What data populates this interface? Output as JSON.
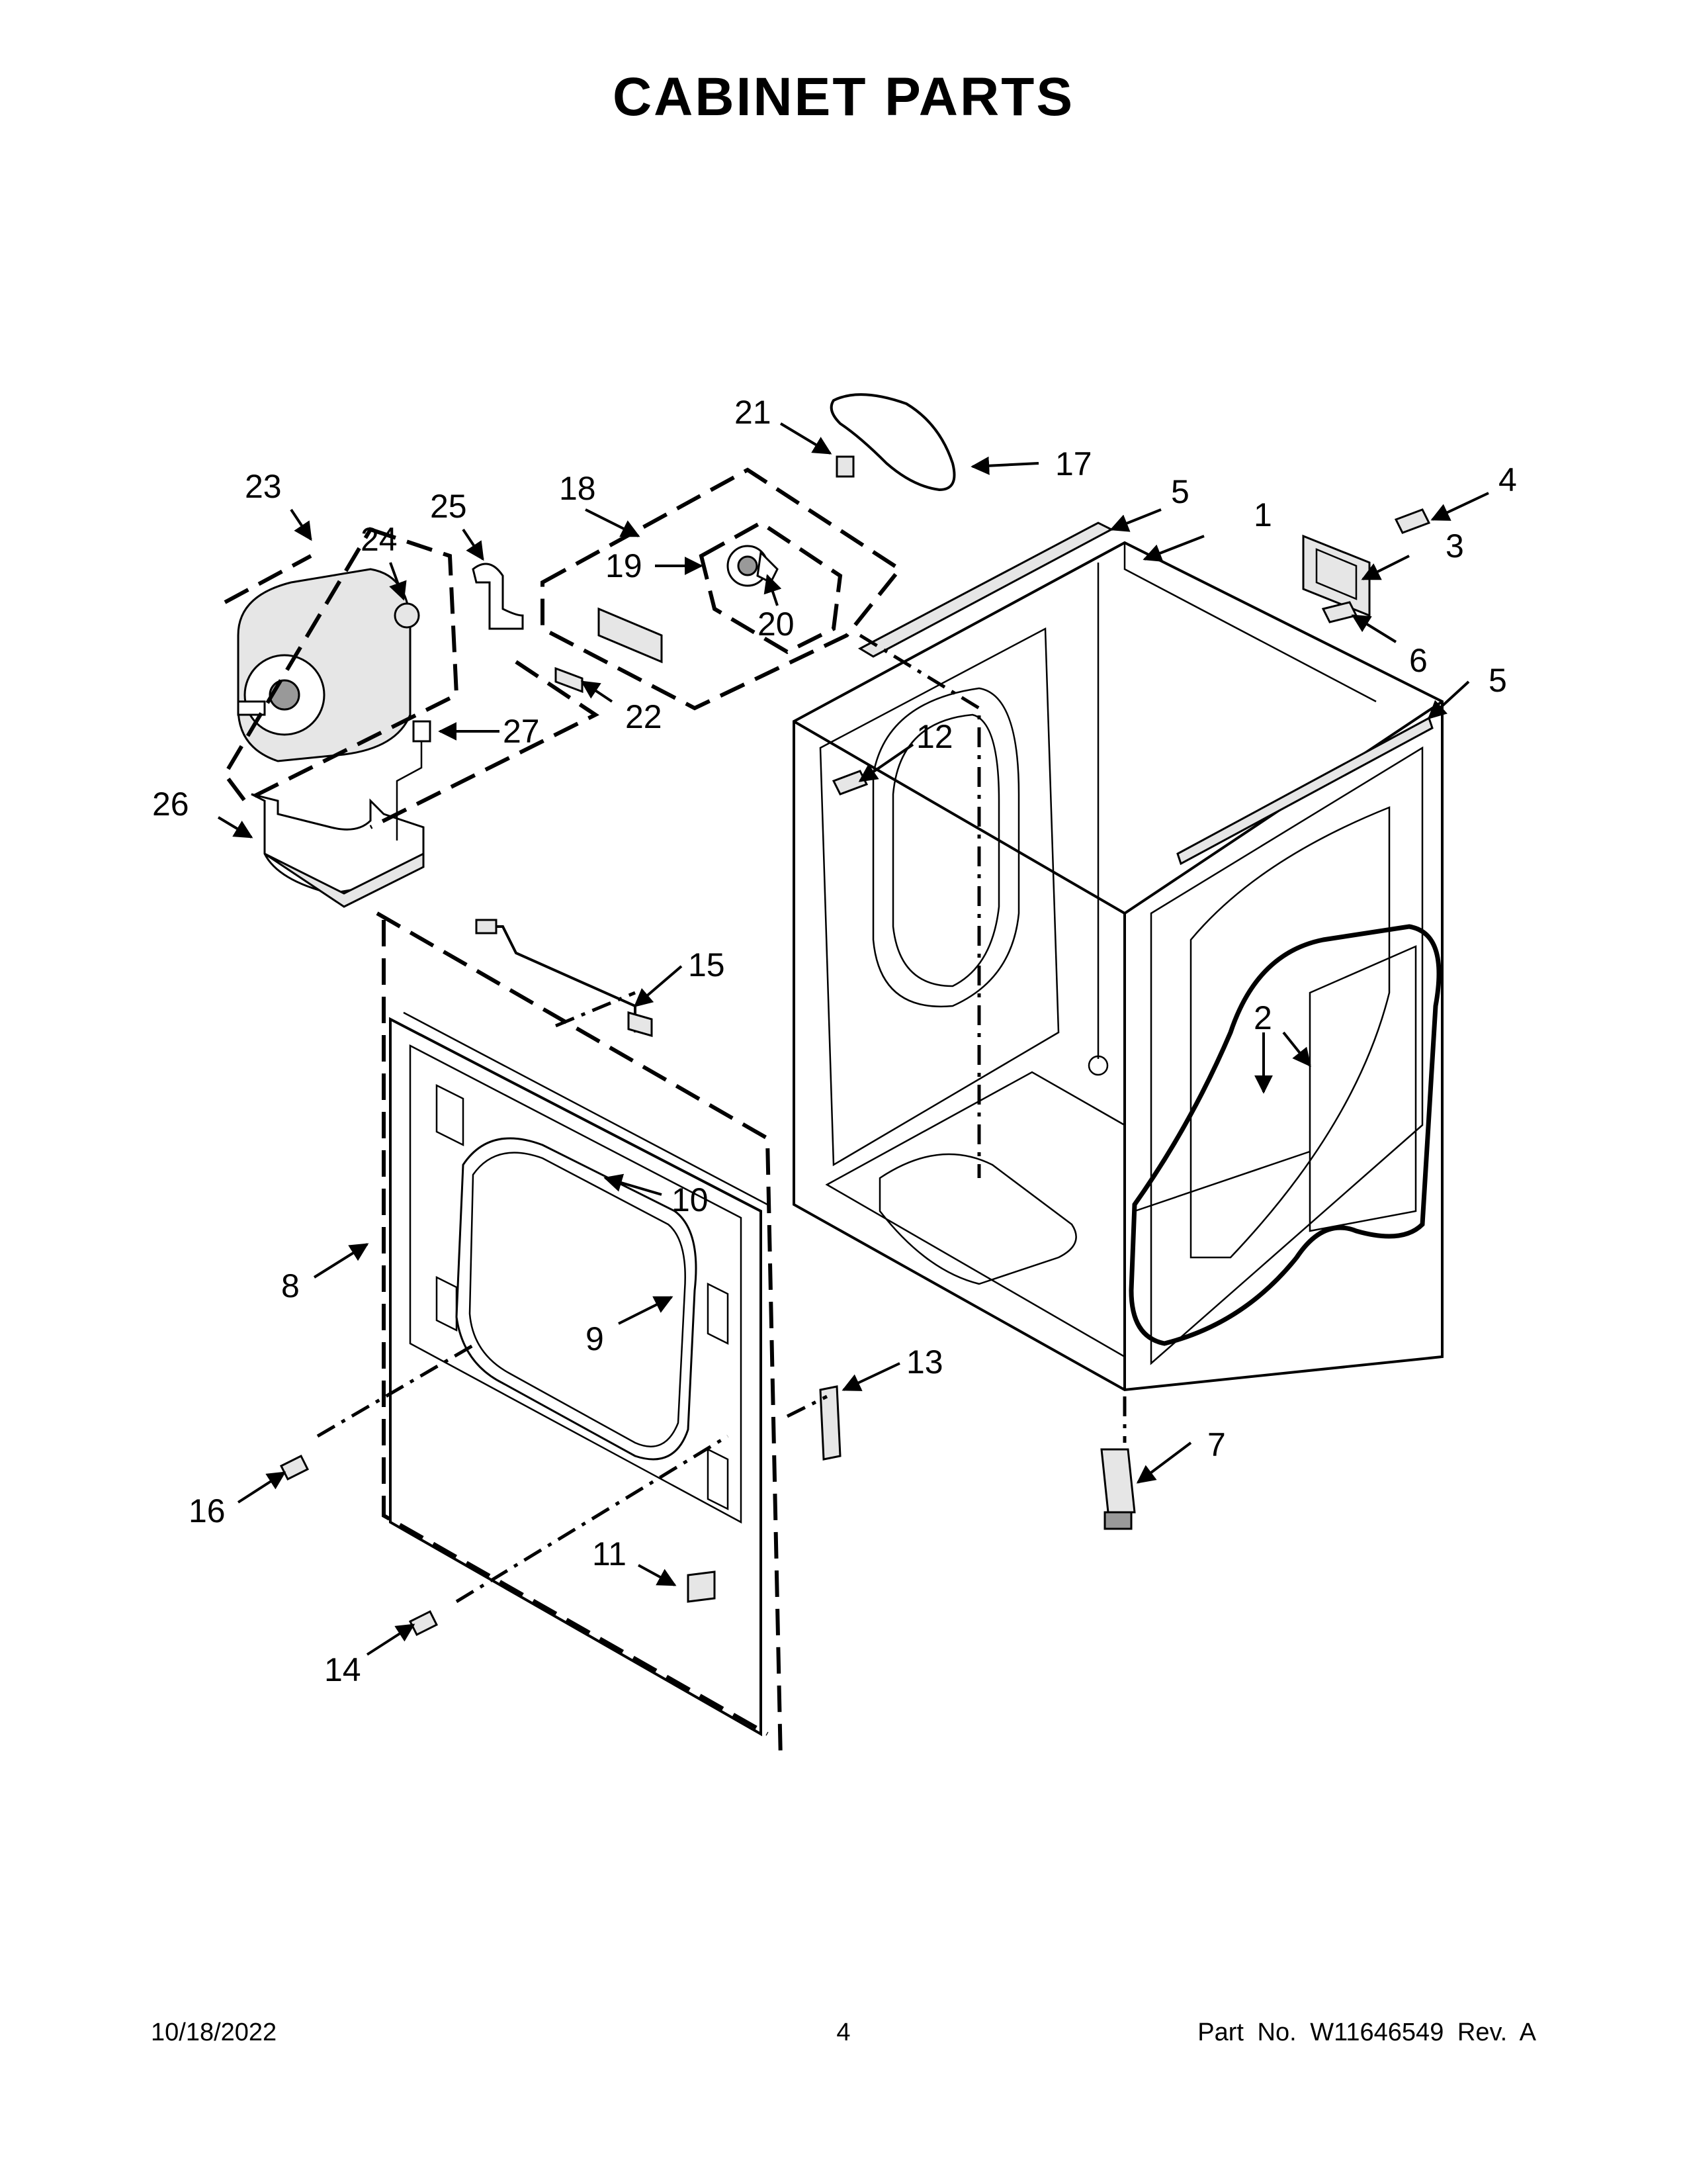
{
  "title": "CABINET PARTS",
  "callouts": [
    {
      "id": "1",
      "label": "1"
    },
    {
      "id": "2",
      "label": "2"
    },
    {
      "id": "3",
      "label": "3"
    },
    {
      "id": "4",
      "label": "4"
    },
    {
      "id": "5a",
      "label": "5"
    },
    {
      "id": "5b",
      "label": "5"
    },
    {
      "id": "6",
      "label": "6"
    },
    {
      "id": "7",
      "label": "7"
    },
    {
      "id": "8",
      "label": "8"
    },
    {
      "id": "9",
      "label": "9"
    },
    {
      "id": "10",
      "label": "10"
    },
    {
      "id": "11",
      "label": "11"
    },
    {
      "id": "12",
      "label": "12"
    },
    {
      "id": "13",
      "label": "13"
    },
    {
      "id": "14",
      "label": "14"
    },
    {
      "id": "15",
      "label": "15"
    },
    {
      "id": "16",
      "label": "16"
    },
    {
      "id": "17",
      "label": "17"
    },
    {
      "id": "18",
      "label": "18"
    },
    {
      "id": "19",
      "label": "19"
    },
    {
      "id": "20",
      "label": "20"
    },
    {
      "id": "21",
      "label": "21"
    },
    {
      "id": "22",
      "label": "22"
    },
    {
      "id": "23",
      "label": "23"
    },
    {
      "id": "24",
      "label": "24"
    },
    {
      "id": "25",
      "label": "25"
    },
    {
      "id": "26",
      "label": "26"
    },
    {
      "id": "27",
      "label": "27"
    }
  ],
  "footer": {
    "date": "10/18/2022",
    "page": "4",
    "part_number": "Part No.  W11646549  Rev.  A"
  }
}
